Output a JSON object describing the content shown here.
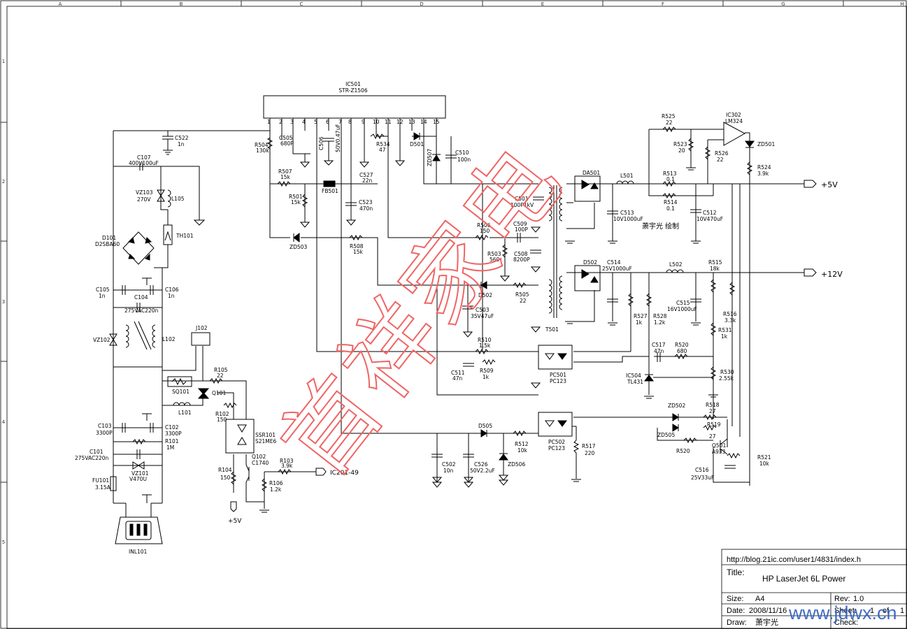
{
  "grid": {
    "columns": [
      "A",
      "B",
      "C",
      "D",
      "E",
      "F",
      "G",
      "H"
    ],
    "rows": [
      "1",
      "2",
      "3",
      "4",
      "5"
    ]
  },
  "ic501": {
    "ref": "IC501",
    "part": "STR-Z1506",
    "pins": [
      "1",
      "2",
      "3",
      "4",
      "5",
      "6",
      "7",
      "8",
      "9",
      "10",
      "11",
      "12",
      "13",
      "14",
      "15"
    ]
  },
  "components": {
    "c522": {
      "ref": "C522",
      "val": "1n"
    },
    "r504": {
      "ref": "R504",
      "val": "130k"
    },
    "c505": {
      "ref": "C505",
      "val": "680P"
    },
    "c506": {
      "ref": "C506",
      "val": "50V0.47uF"
    },
    "r534": {
      "ref": "R534",
      "val": "47"
    },
    "d501": {
      "ref": "D501",
      "val": ""
    },
    "zd507": {
      "ref": "ZD507",
      "val": ""
    },
    "c510": {
      "ref": "C510",
      "val": "100n"
    },
    "c107": {
      "ref": "C107",
      "val": "400V100uF"
    },
    "vz103": {
      "ref": "VZ103",
      "val": "270V"
    },
    "l105": {
      "ref": "L105",
      "val": ""
    },
    "th101": {
      "ref": "TH101",
      "val": ""
    },
    "d101": {
      "ref": "D101",
      "val": "D2SBA60"
    },
    "r507": {
      "ref": "R507",
      "val": "15k"
    },
    "r501": {
      "ref": "R501",
      "val": "15k"
    },
    "fb501": {
      "ref": "FB501",
      "val": ""
    },
    "c527": {
      "ref": "C527",
      "val": "22n"
    },
    "c523": {
      "ref": "C523",
      "val": "470n"
    },
    "zd503": {
      "ref": "ZD503",
      "val": ""
    },
    "r508": {
      "ref": "R508",
      "val": "15k"
    },
    "c105": {
      "ref": "C105",
      "val": "1n"
    },
    "c106": {
      "ref": "C106",
      "val": "1n"
    },
    "c104": {
      "ref": "C104",
      "val": "275VAC220n"
    },
    "vz102": {
      "ref": "VZ102",
      "val": ""
    },
    "l102": {
      "ref": "L102",
      "val": ""
    },
    "j102": {
      "ref": "J102",
      "val": ""
    },
    "r105": {
      "ref": "R105",
      "val": "22"
    },
    "sq101": {
      "ref": "SQ101",
      "val": ""
    },
    "q101": {
      "ref": "Q101",
      "val": ""
    },
    "l101": {
      "ref": "L101",
      "val": ""
    },
    "r102": {
      "ref": "R102",
      "val": "150"
    },
    "c103": {
      "ref": "C103",
      "val": "3300P"
    },
    "c102": {
      "ref": "C102",
      "val": "3300P"
    },
    "r101": {
      "ref": "R101",
      "val": "1M"
    },
    "c101": {
      "ref": "C101",
      "val": "275VAC220n"
    },
    "vz101": {
      "ref": "VZ101",
      "val": "V470U"
    },
    "fu101": {
      "ref": "FU101",
      "val": "3.15A"
    },
    "ssr101": {
      "ref": "SSR101",
      "val": "S21ME6"
    },
    "q102": {
      "ref": "Q102",
      "val": "C1740"
    },
    "r104": {
      "ref": "R104",
      "val": "150"
    },
    "r103": {
      "ref": "R103",
      "val": "3.9k"
    },
    "r106": {
      "ref": "R106",
      "val": "1.2k"
    },
    "inl101": {
      "ref": "INL101",
      "val": ""
    },
    "c501": {
      "ref": "C501",
      "val": "100P1kV"
    },
    "r506": {
      "ref": "R506",
      "val": "150"
    },
    "c509": {
      "ref": "C509",
      "val": "100P"
    },
    "r503": {
      "ref": "R503",
      "val": "560"
    },
    "c508": {
      "ref": "C508",
      "val": "8200P"
    },
    "d502": {
      "ref": "D502",
      "val": ""
    },
    "r505": {
      "ref": "R505",
      "val": "22"
    },
    "c503": {
      "ref": "C503",
      "val": "35V47uF"
    },
    "t501": {
      "ref": "T501",
      "val": ""
    },
    "r510": {
      "ref": "R510",
      "val": "1.5k"
    },
    "c511": {
      "ref": "C511",
      "val": "47n"
    },
    "r509": {
      "ref": "R509",
      "val": "1k"
    },
    "pc501": {
      "ref": "PC501",
      "val": "PC123"
    },
    "d505": {
      "ref": "D505",
      "val": ""
    },
    "r512": {
      "ref": "R512",
      "val": "10k"
    },
    "pc502": {
      "ref": "PC502",
      "val": "PC123"
    },
    "r517": {
      "ref": "R517",
      "val": "220"
    },
    "c502": {
      "ref": "C502",
      "val": "10n"
    },
    "c526": {
      "ref": "C526",
      "val": "50V2.2uF"
    },
    "zd506": {
      "ref": "ZD506",
      "val": ""
    },
    "da501": {
      "ref": "DA501",
      "val": ""
    },
    "l501": {
      "ref": "L501",
      "val": ""
    },
    "c513": {
      "ref": "C513",
      "val": "10V1000uF"
    },
    "r525": {
      "ref": "R525",
      "val": "22"
    },
    "r523": {
      "ref": "R523",
      "val": "20"
    },
    "r526": {
      "ref": "R526",
      "val": "22"
    },
    "r513": {
      "ref": "R513",
      "val": "0.1"
    },
    "r514": {
      "ref": "R514",
      "val": "0.1"
    },
    "c512": {
      "ref": "C512",
      "val": "10V470uF"
    },
    "ic302": {
      "ref": "IC302",
      "val": "LM324"
    },
    "zd501": {
      "ref": "ZD501",
      "val": ""
    },
    "r524": {
      "ref": "R524",
      "val": "3.9k"
    },
    "c514": {
      "ref": "C514",
      "val": "25V1000uF"
    },
    "d502b": {
      "ref": "D502",
      "val": ""
    },
    "l502": {
      "ref": "L502",
      "val": ""
    },
    "r515": {
      "ref": "R515",
      "val": "18k"
    },
    "c515": {
      "ref": "C515",
      "val": "16V1000uF"
    },
    "r527": {
      "ref": "R527",
      "val": "1k"
    },
    "r528": {
      "ref": "R528",
      "val": "1.2k"
    },
    "r516": {
      "ref": "R516",
      "val": "3.3k"
    },
    "r531": {
      "ref": "R531",
      "val": "1k"
    },
    "c517": {
      "ref": "C517",
      "val": "47n"
    },
    "r520a": {
      "ref": "R520",
      "val": "680"
    },
    "ic504": {
      "ref": "IC504",
      "val": "TL431"
    },
    "r530": {
      "ref": "R530",
      "val": "2.55k"
    },
    "zd502": {
      "ref": "ZD502",
      "val": ""
    },
    "r518": {
      "ref": "R518",
      "val": "27"
    },
    "zd505": {
      "ref": "ZD505",
      "val": ""
    },
    "r519": {
      "ref": "R519",
      "val": "27"
    },
    "q501": {
      "ref": "Q501",
      "val": "A933"
    },
    "r520b": {
      "ref": "R520",
      "val": ""
    },
    "r521": {
      "ref": "R521",
      "val": "10k"
    },
    "c516": {
      "ref": "C516",
      "val": "25V33uF"
    }
  },
  "nets": {
    "plus5v": "+5V",
    "plus12v": "+12V",
    "plus5v_in": "+5V",
    "ic201": "IC201-49"
  },
  "watermark": {
    "text": "首祥家电",
    "color": "#f06464",
    "sign": "萧宇光 绘制"
  },
  "footer_watermark": "www.jdwx.cn",
  "title_block": {
    "url": "http://blog.21ic.com/user1/4831/index.h",
    "title_label": "Title:",
    "title": "HP LaserJet 6L Power",
    "size_label": "Size:",
    "size": "A4",
    "rev_label": "Rev:",
    "rev": "1.0",
    "date_label": "Date:",
    "date": "2008/11/16",
    "sheet_label": "Sheet:",
    "sheet": "1",
    "sheet_of": "of",
    "sheet_total": "1",
    "draw_label": "Draw:",
    "draw": "萧宇光",
    "check_label": "Check:"
  }
}
